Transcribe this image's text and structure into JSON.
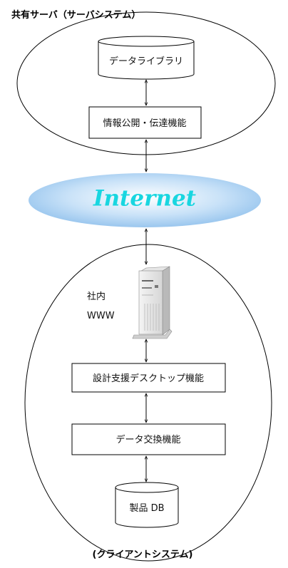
{
  "server_system": {
    "title": "共有サーバ（サーバシステム）",
    "library": "データライブラリ",
    "publish_function": "情報公開・伝達機能"
  },
  "network": {
    "label": "Internet",
    "color": "#19d6e0"
  },
  "client_system": {
    "title": "(クライアントシステム)",
    "intranet_line1": "社内",
    "intranet_line2": "WWW",
    "server_icon": "tower-server-icon",
    "design_support": "設計支援デスクトップ機能",
    "data_exchange": "データ交換機能",
    "product_db": "製品 DB"
  }
}
